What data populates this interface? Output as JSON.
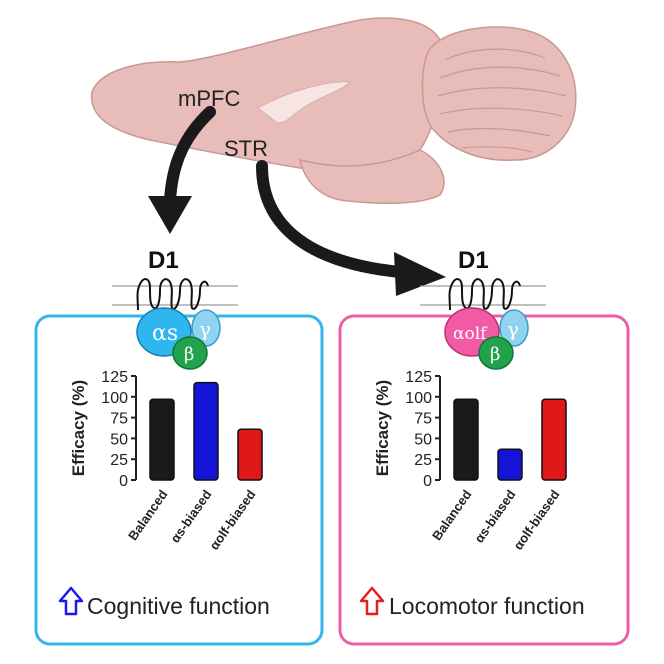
{
  "brain": {
    "region_mpfc": "mPFC",
    "region_str": "STR",
    "fill_color": "#e8bcb8",
    "stroke_color": "#c99894"
  },
  "left_panel": {
    "receptor": "D1",
    "alpha_label": "αs",
    "beta_label": "β",
    "gamma_label": "γ",
    "alpha_color": "#2eb6ee",
    "border_color": "#34b6e8",
    "ylabel": "Efficacy (%)",
    "function_label": "Cognitive function",
    "arrow_color": "#1a1aee"
  },
  "right_panel": {
    "receptor": "D1",
    "alpha_label": "αolf",
    "beta_label": "β",
    "gamma_label": "γ",
    "alpha_color": "#f25aa6",
    "border_color": "#ee5fa6",
    "ylabel": "Efficacy (%)",
    "function_label": "Locomotor function",
    "arrow_color": "#e62020"
  },
  "chart_data": [
    {
      "type": "bar",
      "categories": [
        "Balanced",
        "αs-biased",
        "αolf-biased"
      ],
      "values": [
        97,
        117,
        61
      ],
      "colors": [
        "#1a1a1a",
        "#1414d6",
        "#e11818"
      ],
      "ylabel": "Efficacy (%)",
      "yticks": [
        0,
        25,
        50,
        75,
        100,
        125
      ],
      "ylim": [
        0,
        125
      ]
    },
    {
      "type": "bar",
      "categories": [
        "Balanced",
        "αs-biased",
        "αolf-biased"
      ],
      "values": [
        97,
        37,
        97
      ],
      "colors": [
        "#1a1a1a",
        "#1414d6",
        "#e11818"
      ],
      "ylabel": "Efficacy (%)",
      "yticks": [
        0,
        25,
        50,
        75,
        100,
        125
      ],
      "ylim": [
        0,
        125
      ]
    }
  ]
}
